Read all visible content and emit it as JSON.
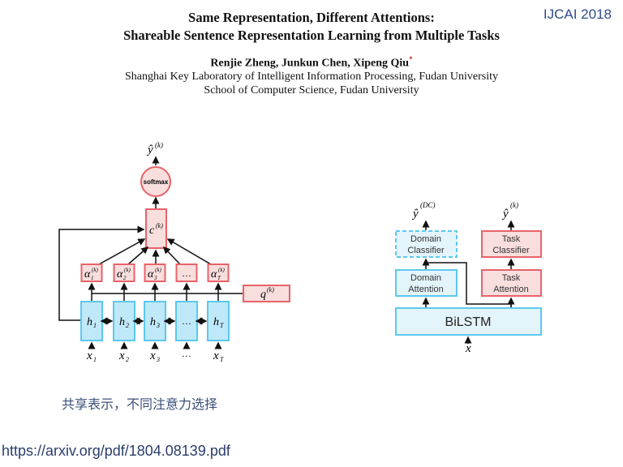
{
  "venue": "IJCAI 2018",
  "paper": {
    "title_line1": "Same Representation, Different Attentions:",
    "title_line2": "Shareable Sentence Representation Learning from Multiple Tasks",
    "authors": "Renjie Zheng, Junkun Chen, Xipeng Qiu",
    "author_mark": "*",
    "affiliation1": "Shanghai Key Laboratory of Intelligent Information Processing, Fudan University",
    "affiliation2": "School of Computer Science, Fudan University"
  },
  "left_diagram": {
    "output_label": "ŷ",
    "output_sup": "(k)",
    "softmax_label": "softmax",
    "context_label": "c",
    "context_sup": "(k)",
    "query_label": "q",
    "query_sup": "(k)",
    "attention_nodes": [
      {
        "label": "α",
        "sub": "1",
        "sup": "(k)"
      },
      {
        "label": "α",
        "sub": "2",
        "sup": "(k)"
      },
      {
        "label": "α",
        "sub": "3",
        "sup": "(k)"
      },
      {
        "label": "...",
        "sub": "",
        "sup": ""
      },
      {
        "label": "α",
        "sub": "T",
        "sup": "(k)"
      }
    ],
    "hidden_nodes": [
      {
        "label": "h",
        "sub": "1"
      },
      {
        "label": "h",
        "sub": "2"
      },
      {
        "label": "h",
        "sub": "3"
      },
      {
        "label": "...",
        "sub": ""
      },
      {
        "label": "h",
        "sub": "T"
      }
    ],
    "inputs": [
      {
        "label": "x",
        "sub": "1"
      },
      {
        "label": "x",
        "sub": "2"
      },
      {
        "label": "x",
        "sub": "3"
      },
      {
        "label": "...",
        "sub": ""
      },
      {
        "label": "x",
        "sub": "T"
      }
    ]
  },
  "right_diagram": {
    "domain_output_label": "ŷ",
    "domain_output_sup": "(DC)",
    "task_output_label": "ŷ",
    "task_output_sup": "(k)",
    "domain_classifier": [
      "Domain",
      "Classifier"
    ],
    "task_classifier": [
      "Task",
      "Classifier"
    ],
    "domain_attention": [
      "Domain",
      "Attention"
    ],
    "task_attention": [
      "Task",
      "Attention"
    ],
    "encoder": "BiLSTM",
    "input": "x"
  },
  "caption_cn": "共享表示，不同注意力选择",
  "link": "https://arxiv.org/pdf/1804.08139.pdf",
  "colors": {
    "red_stroke": "#e8636a",
    "red_fill": "#f9dede",
    "blue_stroke": "#5cc8ef",
    "blue_fill": "#bfe8f8",
    "blue_fill_light": "#e4f4fb",
    "venue": "#2f4b86"
  }
}
